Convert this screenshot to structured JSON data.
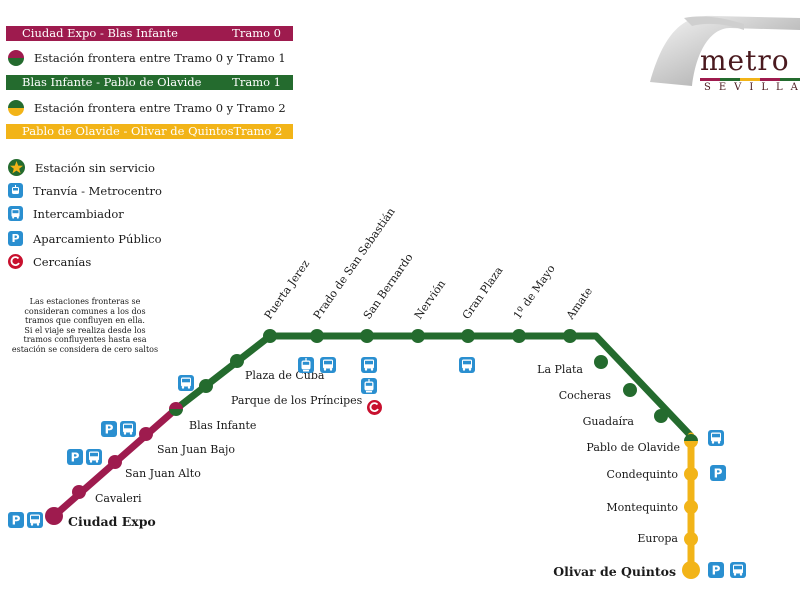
{
  "legend": {
    "bar1": {
      "name": "Ciudad Expo - Blas Infante",
      "tramo": "Tramo 0",
      "color": "#9e1b4e"
    },
    "border01": "Estación frontera entre Tramo 0 y Tramo 1",
    "bar2": {
      "name": "Blas Infante - Pablo de Olavide",
      "tramo": "Tramo 1",
      "color": "#246b2e"
    },
    "border02": "Estación frontera entre Tramo 0 y Tramo 2",
    "bar3": {
      "name": "Pablo de Olavide - Olivar de Quintos",
      "tramo": "Tramo 2",
      "color": "#f2b418"
    },
    "no_service": "Estación sin servicio",
    "tram": "Tranvía - Metrocentro",
    "interchange": "Intercambiador",
    "parking": "Aparcamiento Público",
    "cercanias": "Cercanías",
    "parking_letter": "P"
  },
  "note": [
    "Las estaciones fronteras se",
    "consideran comunes a los dos",
    "tramos que confluyen en ella.",
    "Si el viaje se realiza desde los",
    "tramos confluyentes hasta esa",
    "estación se considera de cero saltos"
  ],
  "logo": {
    "word": "metro",
    "sub": "SEVILLA"
  },
  "colors": {
    "tramo0": "#9e1b4e",
    "tramo1": "#246b2e",
    "tramo2": "#f2b418",
    "icon": "#2a8fd0",
    "cercanias": "#c8102e"
  },
  "stations": [
    {
      "name": "Ciudad Expo",
      "tramo": "0",
      "icons": [
        "parking-icon",
        "bus-icon"
      ]
    },
    {
      "name": "Cavaleri",
      "tramo": "0",
      "icons": []
    },
    {
      "name": "San Juan Alto",
      "tramo": "0",
      "icons": []
    },
    {
      "name": "San Juan Bajo",
      "tramo": "0",
      "icons": [
        "parking-icon",
        "bus-icon"
      ]
    },
    {
      "name": "Blas Infante",
      "tramo": "0/1",
      "icons": [
        "parking-icon",
        "bus-icon"
      ]
    },
    {
      "name": "Parque de los Príncipes",
      "tramo": "1",
      "icons": []
    },
    {
      "name": "Plaza de Cuba",
      "tramo": "1",
      "icons": [
        "bus-icon"
      ]
    },
    {
      "name": "Puerta Jerez",
      "tramo": "1",
      "icons": []
    },
    {
      "name": "Prado de San Sebastián",
      "tramo": "1",
      "icons": [
        "tram-icon",
        "bus-icon"
      ]
    },
    {
      "name": "San Bernardo",
      "tramo": "1",
      "icons": [
        "bus-icon",
        "tram-icon",
        "cercanias-icon"
      ]
    },
    {
      "name": "Nervión",
      "tramo": "1",
      "icons": []
    },
    {
      "name": "Gran Plaza",
      "tramo": "1",
      "icons": [
        "bus-icon"
      ]
    },
    {
      "name": "1º de Mayo",
      "tramo": "1",
      "icons": []
    },
    {
      "name": "Amate",
      "tramo": "1",
      "icons": []
    },
    {
      "name": "La Plata",
      "tramo": "1",
      "icons": []
    },
    {
      "name": "Cocheras",
      "tramo": "1",
      "icons": []
    },
    {
      "name": "Guadaíra",
      "tramo": "1",
      "icons": []
    },
    {
      "name": "Pablo de Olavide",
      "tramo": "1/2",
      "icons": [
        "bus-icon"
      ]
    },
    {
      "name": "Condequinto",
      "tramo": "2",
      "icons": [
        "parking-icon"
      ]
    },
    {
      "name": "Montequinto",
      "tramo": "2",
      "icons": []
    },
    {
      "name": "Europa",
      "tramo": "2",
      "icons": []
    },
    {
      "name": "Olivar de Quintos",
      "tramo": "2",
      "icons": [
        "parking-icon",
        "bus-icon"
      ]
    }
  ]
}
